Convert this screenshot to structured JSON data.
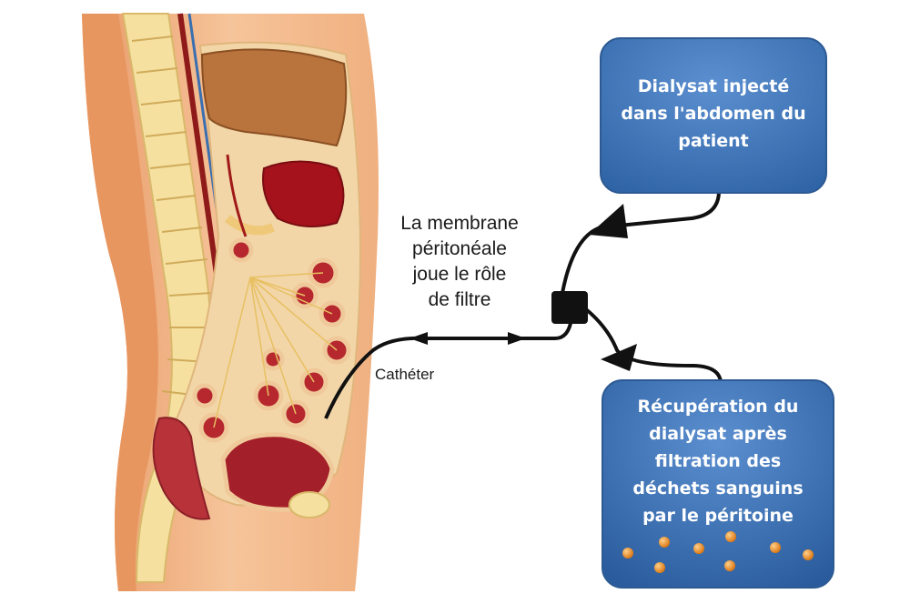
{
  "membrane_label": [
    "La membrane",
    "péritonéale",
    "joue le rôle",
    "de filtre"
  ],
  "catheter_label": "Cathéter",
  "box_top": [
    "Dialysat injecté",
    "dans l'abdomen du",
    "patient"
  ],
  "box_bottom": [
    "Récupération du",
    "dialysat après",
    "filtration des",
    "déchets sanguins",
    "par le péritoine"
  ],
  "colors": {
    "box_fill": "#3f74b8",
    "box_stroke": "#2d5a93",
    "tube": "#111111",
    "skin": "#f3b98a",
    "spine": "#f5e0a0",
    "liver": "#b9733d",
    "organ_red": "#a5121b",
    "particle": "#e98a1d"
  }
}
